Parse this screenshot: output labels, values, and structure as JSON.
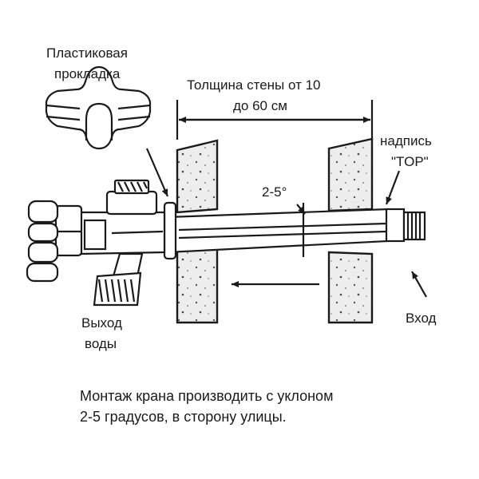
{
  "labels": {
    "gasket_line1": "Пластиковая",
    "gasket_line2": "прокладка",
    "wall_thickness_line1": "Толщина стены от 10",
    "wall_thickness_line2": "до 60 см",
    "slope_angle": "2-5°",
    "top_mark_line1": "надпись",
    "top_mark_line2": "\"TOP\"",
    "water_outlet_line1": "Выход",
    "water_outlet_line2": "воды",
    "inlet": "Вход"
  },
  "note": {
    "line1": "Монтаж крана производить с уклоном",
    "line2": "2-5 градусов, в сторону улицы."
  }
}
